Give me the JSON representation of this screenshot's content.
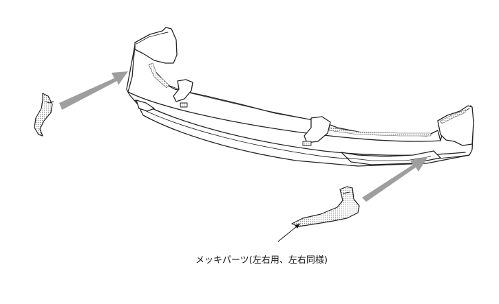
{
  "caption": "メッキパーツ(左右用、左右同様)",
  "colors": {
    "outline": "#222222",
    "body_fill": "#ffffff",
    "shade": "#e6e6e6",
    "chrome_stipple": "#9a9a9a",
    "arrow": "#9e9e9e",
    "leader": "#111111",
    "background": "#ffffff"
  },
  "parts": [
    {
      "id": "front-lip-spoiler",
      "icon": "bumper-spoiler-drawing"
    },
    {
      "id": "chrome-part-left",
      "icon": "chrome-trim-drawing"
    },
    {
      "id": "chrome-part-right",
      "icon": "chrome-trim-drawing"
    }
  ]
}
